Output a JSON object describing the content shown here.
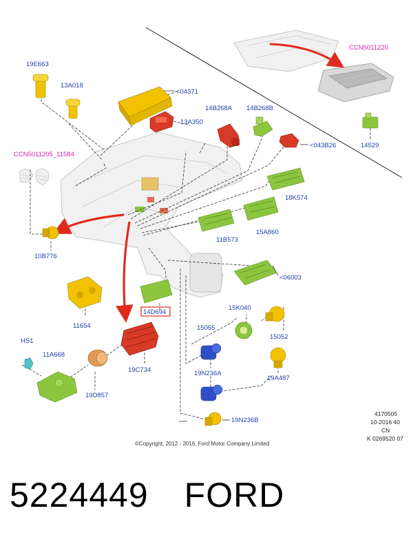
{
  "labels": {
    "ccn_top": "CCN5011220",
    "p04371": "<04371",
    "p13A350": "13A350",
    "p14B268A": "14B268A",
    "p14B268B": "14B268B",
    "p043B26": "<043B26",
    "p14529": "14529",
    "p19E663": "19E663",
    "p13A018": "13A018",
    "ccn_left": "CCN5011205_11584",
    "p18K574": "18K574",
    "p11B573": "11B573",
    "p15A860": "15A860",
    "p10B776": "10B776",
    "p06003": "<06003",
    "p14D694": "14D694",
    "p11654": "11654",
    "p15K040": "15K040",
    "p15055": "15055",
    "p15052": "15052",
    "pHS1": "HS1",
    "p11A668": "11A668",
    "p19C734": "19C734",
    "p19D857": "19D857",
    "p19N236A": "19N236A",
    "p19A487": "19A487",
    "p19N236B": "19N236B"
  },
  "revision": {
    "line1": "4170505",
    "line2": "10-2016 40",
    "line3": "CN",
    "line4": "K 0269520 07"
  },
  "copyright": "©Copyright, 2012 - 2016, Ford Motor Company Limited",
  "footer": {
    "part_number": "5224449",
    "brand": "FORD"
  },
  "colors": {
    "label_blue": "#1f3fa8",
    "ccn_magenta": "#d21fb4",
    "part_green": "#8cc63f",
    "part_yellow": "#f2c200",
    "part_red": "#d83a28",
    "part_blue": "#2f4fc8",
    "part_orange": "#e09a52",
    "arrow_red": "#e02a1e",
    "highlight_box": "#e02a1e"
  }
}
